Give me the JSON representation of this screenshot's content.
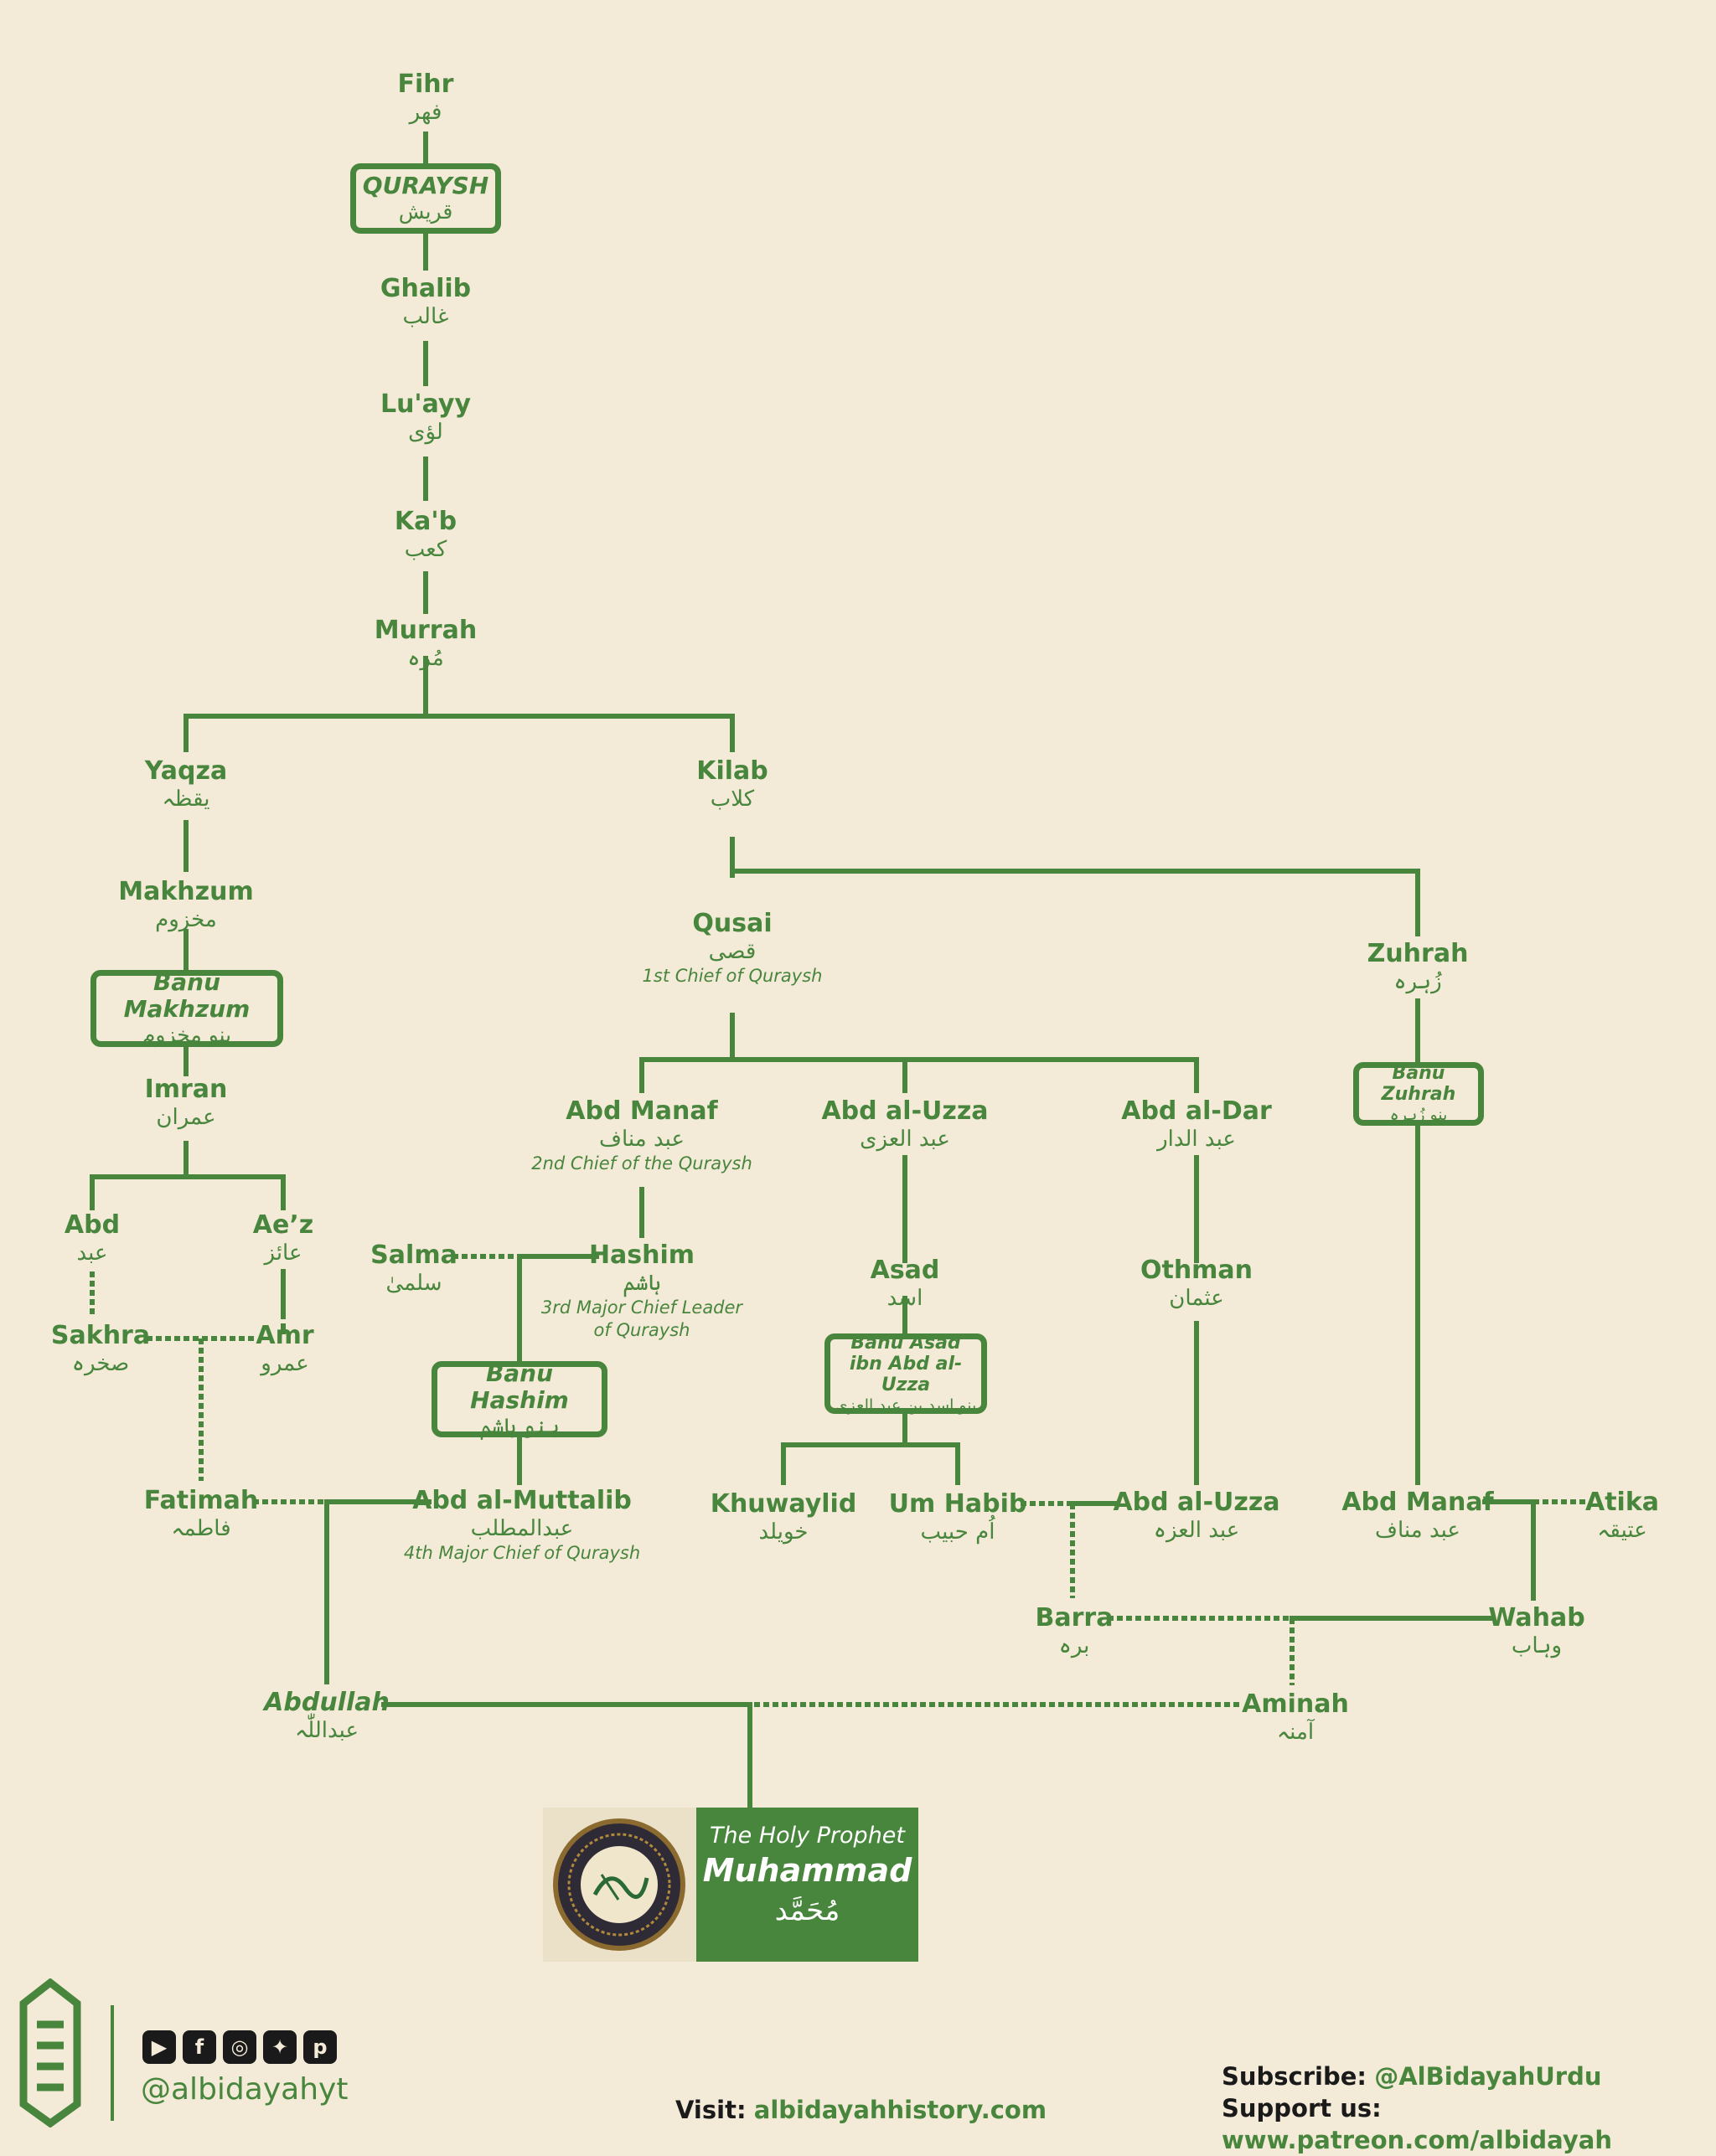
{
  "colors": {
    "green": "#47863c",
    "background": "#f4ead8",
    "dark": "#1a1a1a"
  },
  "people": {
    "fihr": {
      "name": "Fihr",
      "ar": "فهر"
    },
    "ghalib": {
      "name": "Ghalib",
      "ar": "غالب"
    },
    "luayy": {
      "name": "Lu'ayy",
      "ar": "لؤی"
    },
    "kab": {
      "name": "Ka'b",
      "ar": "کعب"
    },
    "murrah": {
      "name": "Murrah",
      "ar": "مُرہ"
    },
    "yaqza": {
      "name": "Yaqza",
      "ar": "یقظہ"
    },
    "kilab": {
      "name": "Kilab",
      "ar": "کلاب"
    },
    "makhzum": {
      "name": "Makhzum",
      "ar": "مخزوم"
    },
    "qusai": {
      "name": "Qusai",
      "ar": "قصی",
      "note": "1st Chief of Quraysh"
    },
    "zuhrah": {
      "name": "Zuhrah",
      "ar": "زُہرہ"
    },
    "imran": {
      "name": "Imran",
      "ar": "عمران"
    },
    "abd_manaf_1": {
      "name": "Abd Manaf",
      "ar": "عبد مناف",
      "note": "2nd Chief of the Quraysh"
    },
    "abd_al_uzza_1": {
      "name": "Abd al-Uzza",
      "ar": "عبد العزی"
    },
    "abd_al_dar": {
      "name": "Abd al-Dar",
      "ar": "عبد الدار"
    },
    "abd": {
      "name": "Abd",
      "ar": "عبد"
    },
    "aez": {
      "name": "Ae’z",
      "ar": "عائز"
    },
    "salma": {
      "name": "Salma",
      "ar": "سلمیٰ"
    },
    "hashim": {
      "name": "Hashim",
      "ar": "ہاشم",
      "note1": "3rd Major Chief Leader",
      "note2": "of Quraysh"
    },
    "asad": {
      "name": "Asad",
      "ar": "اسد"
    },
    "othman": {
      "name": "Othman",
      "ar": "عثمان"
    },
    "sakhra": {
      "name": "Sakhra",
      "ar": "صخرہ"
    },
    "amr": {
      "name": "Amr",
      "ar": "عمرو"
    },
    "fatimah": {
      "name": "Fatimah",
      "ar": "فاطمہ"
    },
    "abd_al_muttalib": {
      "name": "Abd al-Muttalib",
      "ar": "عبدالمطلب",
      "note": "4th Major Chief of Quraysh"
    },
    "khuwaylid": {
      "name": "Khuwaylid",
      "ar": "خویلد"
    },
    "um_habib": {
      "name": "Um Habib",
      "ar": "اُم حبیب"
    },
    "abd_al_uzza_2": {
      "name": "Abd al-Uzza",
      "ar": "عبد العزہ"
    },
    "abd_manaf_2": {
      "name": "Abd Manaf",
      "ar": "عبد مناف"
    },
    "atika": {
      "name": "Atika",
      "ar": "عتیقہ"
    },
    "barra": {
      "name": "Barra",
      "ar": "برہ"
    },
    "wahab": {
      "name": "Wahab",
      "ar": "وہاب"
    },
    "abdullah": {
      "name": "Abdullah",
      "ar": "عبداللّٰہ"
    },
    "aminah": {
      "name": "Aminah",
      "ar": "آمنہ"
    }
  },
  "clans": {
    "quraysh": {
      "name": "QURAYSH",
      "ar": "قریش"
    },
    "banu_makhzum": {
      "name": "Banu Makhzum",
      "ar": "بنو مخزوم"
    },
    "banu_zuhrah": {
      "name": "Banu Zuhrah",
      "ar": "بنو زُہرہ"
    },
    "banu_hashim": {
      "name": "Banu Hashim",
      "ar": "بنو ہاشم"
    },
    "banu_asad": {
      "name1": "Banu Asad",
      "name2": "ibn Abd al-Uzza",
      "ar": "بنو اسد بن عبد العزی"
    }
  },
  "prophet": {
    "line1": "The Holy Prophet",
    "line2": "Muhammad",
    "ar": "مُحَمَّد"
  },
  "footer": {
    "handle": "@albidayahyt",
    "visit_label": "Visit:",
    "visit_url": "albidayahhistory.com",
    "subscribe_label": "Subscribe:",
    "subscribe_value": "@AlBidayahUrdu",
    "support_label": "Support us:",
    "support_url": "www.patreon.com/albidayah"
  }
}
